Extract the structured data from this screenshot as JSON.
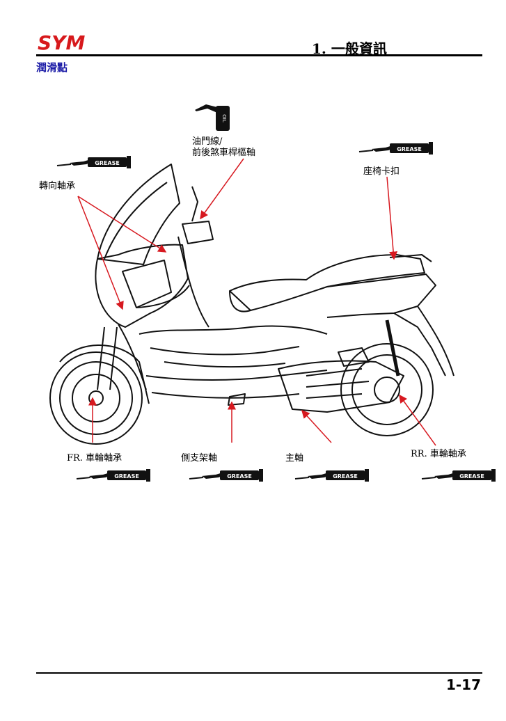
{
  "header": {
    "logo_text": "SYM",
    "chapter_title": "1. 一般資訊",
    "section_title": "潤滑點"
  },
  "labels": {
    "throttle_cable": "油門線/",
    "brake_lever": "前後煞車桿樞軸",
    "steering_bearing": "轉向軸承",
    "seat_latch": "座椅卡扣",
    "front_wheel_bearing": "FR. 車輪軸承",
    "side_stand_pivot": "側支架軸",
    "main_pivot": "主軸",
    "rear_wheel_bearing": "RR. 車輪軸承"
  },
  "tools": {
    "grease_text": "GREASE",
    "oil_text": "OIL"
  },
  "colors": {
    "brand_red": "#d7191c",
    "section_blue": "#1a1aa6",
    "arrow_red": "#d71920"
  },
  "footer": {
    "page_number": "1-17"
  }
}
